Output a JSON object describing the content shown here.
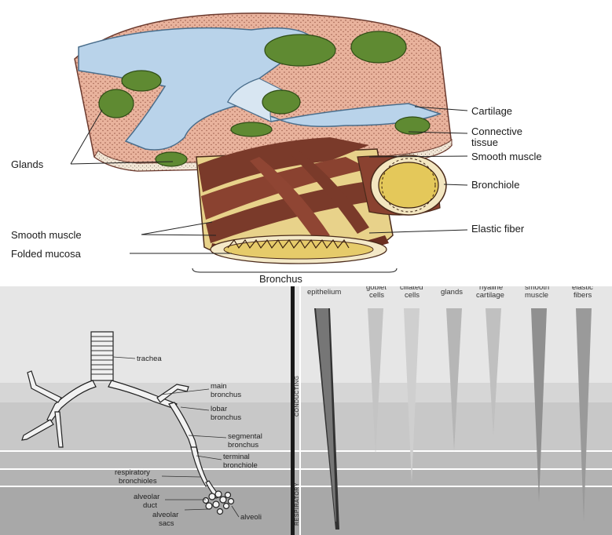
{
  "top": {
    "labels": {
      "cartilage": "Cartilage",
      "connective_line1": "Connective",
      "connective_line2": "tissue",
      "smooth_muscle_right": "Smooth muscle",
      "bronchiole": "Bronchiole",
      "elastic_fiber": "Elastic fiber",
      "glands": "Glands",
      "smooth_muscle_left": "Smooth muscle",
      "folded_mucosa": "Folded mucosa",
      "bronchus": "Bronchus"
    }
  },
  "bottom": {
    "tree_labels": {
      "trachea": "trachea",
      "main_1": "main",
      "main_2": "bronchus",
      "lobar_1": "lobar",
      "lobar_2": "bronchus",
      "segmental_1": "segmental",
      "segmental_2": "bronchus",
      "terminal_1": "terminal",
      "terminal_2": "bronchiole",
      "respiratory_1": "respiratory",
      "respiratory_2": "bronchioles",
      "alv_duct_1": "alveolar",
      "alv_duct_2": "duct",
      "alv_sacs_1": "alveolar",
      "alv_sacs_2": "sacs",
      "alveoli": "alveoli"
    },
    "zones": {
      "conducting": "CONDUCTING",
      "respiratory": "RESPIRATORY"
    },
    "columns": {
      "epithelium": "epithelium",
      "goblet_1": "goblet",
      "goblet_2": "cells",
      "ciliated_1": "ciliated",
      "ciliated_2": "cells",
      "glands": "glands",
      "hyaline_1": "hyaline",
      "hyaline_2": "cartilage",
      "smooth_1": "smooth",
      "smooth_2": "muscle",
      "elastic_1": "elastic",
      "elastic_2": "fibers"
    }
  }
}
